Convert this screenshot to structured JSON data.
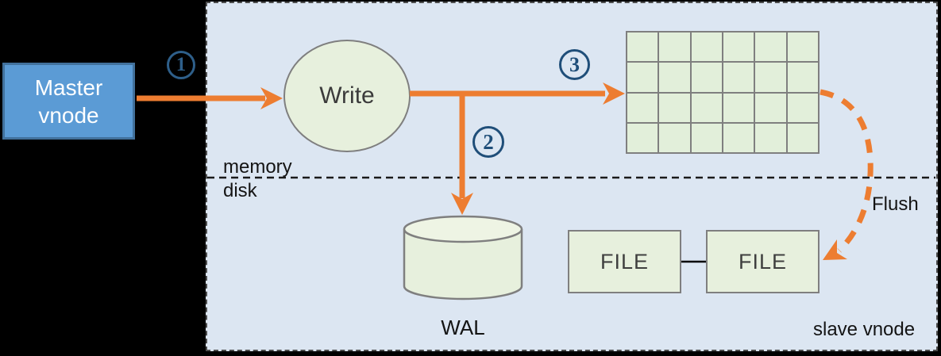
{
  "colors": {
    "background": "#000000",
    "panel_fill": "#dce6f2",
    "accent_orange": "#ed7d31",
    "node_green": "#e7f0dd",
    "grid_cell_green": "#e2efda",
    "master_blue_fill": "#5b9bd5",
    "master_blue_border": "#41719c",
    "step_navy": "#1f4e79",
    "shape_border_gray": "#7f7f7f"
  },
  "master": {
    "label": "Master vnode"
  },
  "panel": {
    "label": "slave vnode"
  },
  "write": {
    "label": "Write"
  },
  "wal": {
    "label": "WAL"
  },
  "files": [
    {
      "label": "FILE"
    },
    {
      "label": "FILE"
    }
  ],
  "layers": {
    "memory_label": "memory",
    "disk_label": "disk"
  },
  "flush": {
    "label": "Flush"
  },
  "steps": [
    {
      "number": "1"
    },
    {
      "number": "2"
    },
    {
      "number": "3"
    }
  ],
  "memtable": {
    "grid": {
      "rows": 4,
      "cols": 6
    }
  }
}
